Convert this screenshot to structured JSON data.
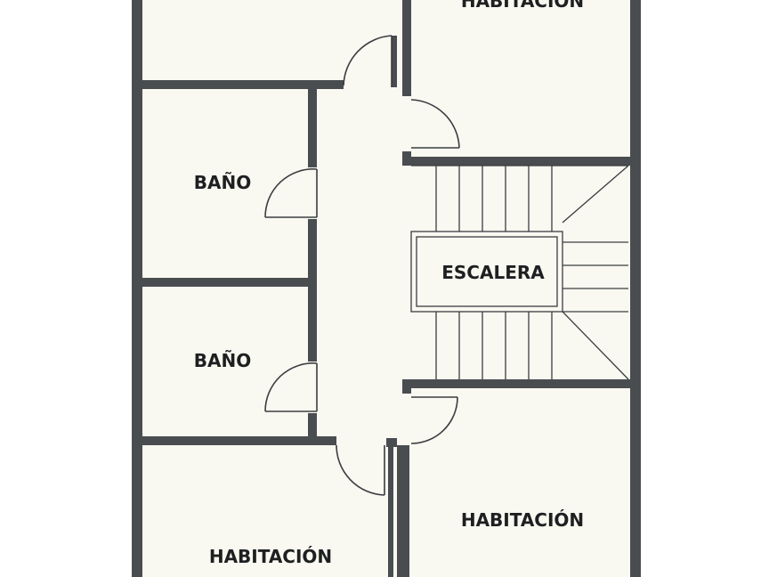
{
  "plan": {
    "rooms": [
      {
        "id": "bedroom_top_right",
        "label": "HABITACIÓN"
      },
      {
        "id": "bath_upper",
        "label": "BAÑO"
      },
      {
        "id": "stairs",
        "label": "ESCALERA"
      },
      {
        "id": "bath_lower",
        "label": "BAÑO"
      },
      {
        "id": "bedroom_bottom_right",
        "label": "HABITACIÓN"
      },
      {
        "id": "bedroom_bottom_left",
        "label": "HABITACIÓN"
      }
    ],
    "colors": {
      "wall": "#4a4d50",
      "floor": "#f9f8f1",
      "line": "#3b3d40"
    }
  }
}
